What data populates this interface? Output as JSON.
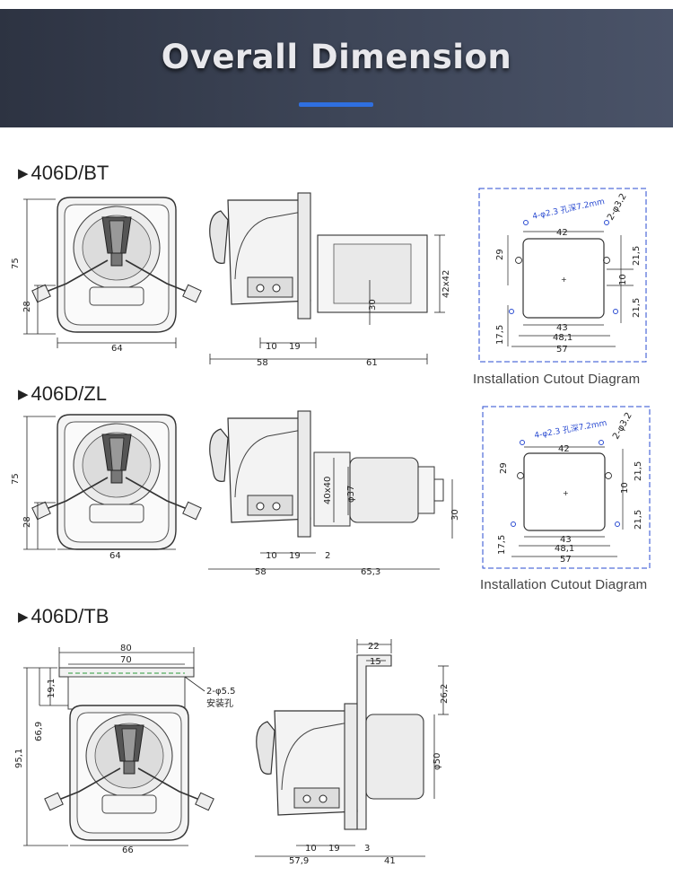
{
  "banner": {
    "title": "Overall Dimension"
  },
  "sections": [
    {
      "label": "406D/BT"
    },
    {
      "label": "406D/ZL"
    },
    {
      "label": "406D/TB"
    }
  ],
  "captions": {
    "bt": "Installation Cutout Diagram",
    "zl": "Installation Cutout Diagram"
  },
  "dims": {
    "bt": {
      "height": "75",
      "lower": "28",
      "width": "64",
      "d10": "10",
      "d19": "19",
      "d58": "58",
      "d61": "61",
      "d30": "30",
      "motor": "42x42"
    },
    "zl": {
      "height": "75",
      "lower": "28",
      "width": "64",
      "d10": "10",
      "d19": "19",
      "d2": "2",
      "d58": "58",
      "d653": "65,3",
      "d30": "30",
      "d4040": "40x40",
      "d37": "φ37"
    },
    "tb": {
      "d80": "80",
      "d70": "70",
      "d191": "19,1",
      "d669": "66,9",
      "d951": "95,1",
      "d66": "66",
      "hole": "2-φ5.5",
      "hole_cn": "安装孔",
      "d22": "22",
      "d15": "15",
      "d262": "26,2",
      "d50": "φ50",
      "d10": "10",
      "d19": "19",
      "d3": "3",
      "d579": "57,9",
      "d41": "41"
    },
    "cutout_bt": {
      "holes": "4-φ2.3 孔深7.2mm",
      "d32": "2-φ3.2",
      "d42": "42",
      "d29": "29",
      "d215a": "21,5",
      "d10": "10",
      "d215b": "21,5",
      "d175": "17,5",
      "d43": "43",
      "d481": "48,1",
      "d57": "57"
    },
    "cutout_zl": {
      "holes": "4-φ2.3 孔深7.2mm",
      "d32": "2-φ3.2",
      "d42": "42",
      "d29": "29",
      "d215a": "21,5",
      "d10": "10",
      "d215b": "21,5",
      "d175": "17,5",
      "d43": "43",
      "d481": "48,1",
      "d57": "57"
    }
  }
}
